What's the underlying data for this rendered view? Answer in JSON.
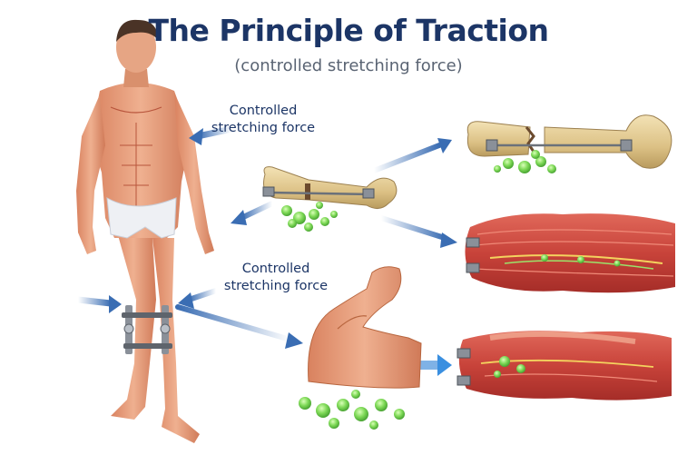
{
  "title": "The Principle of Traction",
  "subtitle": "(controlled stretching force)",
  "callouts": [
    {
      "line1": "Controlled",
      "line2": "stretching force"
    },
    {
      "line1": "Controlled",
      "line2": "stretching force"
    }
  ],
  "colors": {
    "title": "#1c3566",
    "subtitle": "#5a6473",
    "arrow": "#3a6db3",
    "skin": "#e9a07c",
    "muscle": "#c8433a",
    "bone": "#e2c98f",
    "healing_green": "#7ed957",
    "hardware": "#8a9099"
  },
  "icons": [
    "human-figure",
    "bone-icon",
    "muscle-tissue-icon",
    "flexed-arm-icon",
    "knee-brace-icon",
    "traction-clamp-icon",
    "green-healing-cells-icon"
  ]
}
